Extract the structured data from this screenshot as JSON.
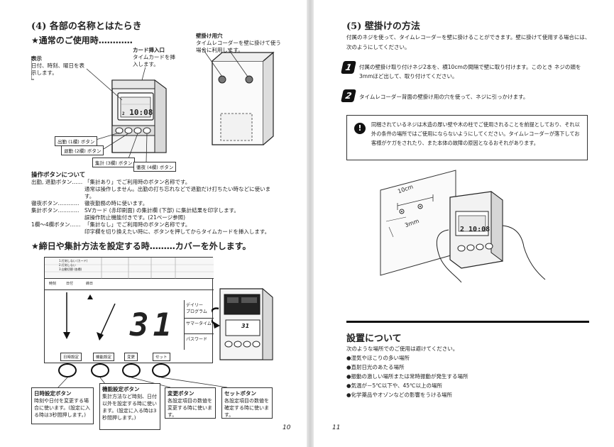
{
  "left": {
    "title": "(4) 各部の名称とはたらき",
    "normal_use_heading": "★通常のご使用時…………",
    "display_label": {
      "title": "表示",
      "body": "日付、時刻、曜日を表示します。"
    },
    "card_slot_label": {
      "title": "カード挿入口",
      "body": "タイムカードを挿入します。"
    },
    "wall_hole_label": {
      "title": "壁掛け用穴",
      "body": "タイムレコーダーを壁に掛けて使う場合に利用します。"
    },
    "device_display": "2 10:08",
    "device_day": "2",
    "device_time": "10:08",
    "button_tags": [
      "出勤 (1欄) ボタン",
      "退勤 (2欄) ボタン",
      "集計 (3欄) ボタン",
      "徹夜 (4欄) ボタン"
    ],
    "operation_heading": "操作ボタンについて",
    "operation_rows": [
      {
        "key": "出勤, 退勤ボタン……",
        "text": "「集計あり」でご利用時のボタン名称です。"
      },
      {
        "key": "",
        "text": "通常は操作しません。出勤の打ち忘れなどで退勤だけ打ちたい時などに使います。"
      },
      {
        "key": "徹夜ボタン…………",
        "text": "徹夜勤務の時に使います。"
      },
      {
        "key": "集計ボタン…………",
        "text": "SVカード (赤印刷面) の集計欄 (下部) に集計結果を印字します。"
      },
      {
        "key": "",
        "text": "誤操作防止機能付きです。(21ページ参照)"
      },
      {
        "key": "1欄～4欄ボタン……",
        "text": "「集計なし」でご利用時のボタン名称です。"
      },
      {
        "key": "",
        "text": "印字欄を切り換えたい時に、ボタンを押してからタイムカードを挿入します。"
      }
    ],
    "cover_heading": "★締日や集計方法を設定する時………カバーを外します。",
    "panel_top_texts": [
      "1.打刻しない (カード)",
      "2.打刻しない",
      "3.自動切替 (各欄)"
    ],
    "panel_big_digits": "31",
    "panel_small_display": "31",
    "panel_mode_labels": [
      "締日",
      "時刻",
      "日付"
    ],
    "panel_side_labels": [
      "デイリー\nプログラム",
      "サマータイム",
      "パスワード"
    ],
    "panel_bottom_labels": [
      "日時設定",
      "機能設定",
      "変更",
      "セット"
    ],
    "callouts": [
      {
        "title": "日時設定ボタン",
        "body": "時刻や日付を変更する場合に使います。(設定に入る時は3秒間押します。)"
      },
      {
        "title": "機能設定ボタン",
        "body": "集計方法など時刻、日付以外を設定する時に使います。(設定に入る時は3秒間押します。)"
      },
      {
        "title": "変更ボタン",
        "body": "各設定項目の数値を変更する時に使います。"
      },
      {
        "title": "セットボタン",
        "body": "各設定項目の数値を確定する時に使います。"
      }
    ],
    "page_number": "10"
  },
  "right": {
    "title": "(5) 壁掛けの方法",
    "intro": "付属のネジを使って、タイムレコーダーを壁に掛けることができます。壁に掛けて使用する場合には、次のようにしてください。",
    "steps": [
      {
        "num": "1",
        "text": "付属の壁掛け取り付けネジ2本を、横10cmの間隔で壁に取り付けます。このとき ネジの頭を3mmほど出して、取り付けてください。"
      },
      {
        "num": "2",
        "text": "タイムレコーダー背面の壁掛け用の穴を使って、ネジに引っかけます。"
      }
    ],
    "warning": "同梱されているネジは木造の厚い壁や木の柱でご使用されることを前提としており、それ以外の条件の場所ではご使用にならないようにしてください。タイムレコーダーが落下してお客様がケガをされたり、また本体の故障の原因となるおそれがあります。",
    "dim_10cm": "10cm",
    "dim_3mm": "3mm",
    "wall_device_display": "2 10:08",
    "install_heading": "設置について",
    "install_intro": "次のような場所でのご使用は避けてください。",
    "install_bullets": [
      "●湿気やほこりの多い場所",
      "●直射日光のあたる場所",
      "●振動の激しい場所または常時振動が発生する場所",
      "●気温が－5℃以下や、45℃以上の場所",
      "●化学薬品やオゾンなどの影響をうける場所"
    ],
    "page_number": "11"
  }
}
